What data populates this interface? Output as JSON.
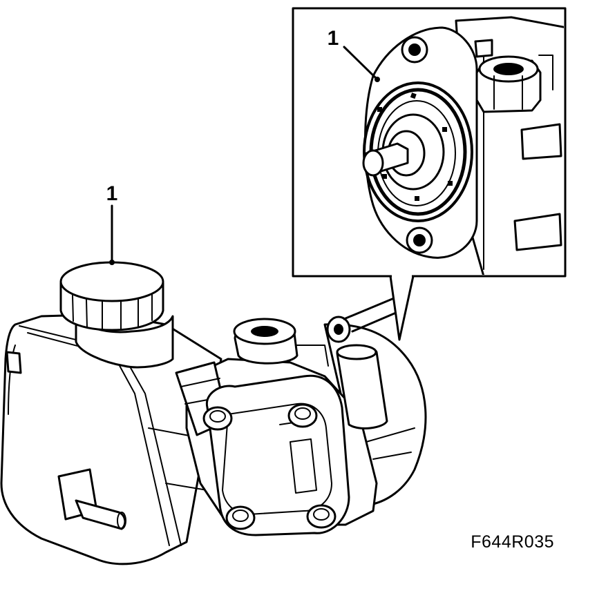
{
  "callouts": {
    "main_label": "1",
    "inset_label": "1"
  },
  "figure_code": "F644R035"
}
